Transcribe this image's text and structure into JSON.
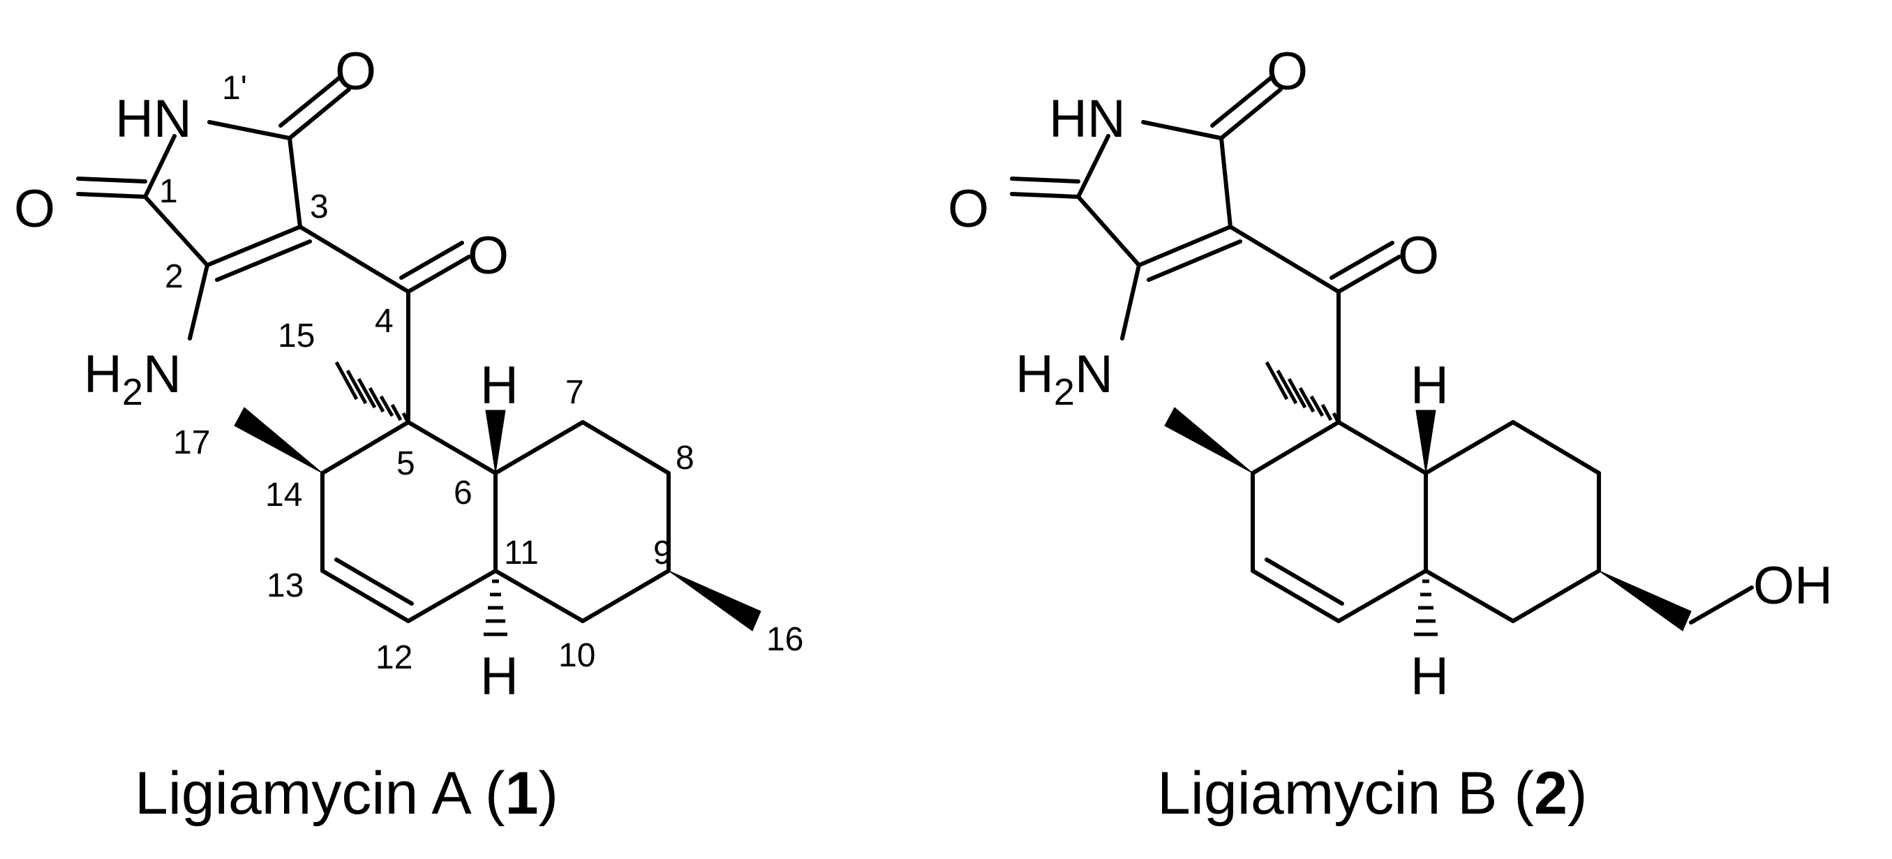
{
  "compound_a": {
    "caption": {
      "name": "Ligiamycin A (",
      "number": "1",
      "close": ")"
    },
    "atoms": {
      "hn": "HN",
      "o_top": "O",
      "o_left": "O",
      "o_ketone": "O",
      "h2n_h": "H",
      "h2n_sub": "2",
      "h2n_n": "N",
      "h_top": "H",
      "h_bottom": "H"
    },
    "locants": {
      "c1p": "1'",
      "c1": "1",
      "c2": "2",
      "c3": "3",
      "c4": "4",
      "c5": "5",
      "c6": "6",
      "c7": "7",
      "c8": "8",
      "c9": "9",
      "c10": "10",
      "c11": "11",
      "c12": "12",
      "c13": "13",
      "c14": "14",
      "c15": "15",
      "c16": "16",
      "c17": "17"
    }
  },
  "compound_b": {
    "caption": {
      "name": "Ligiamycin B (",
      "number": "2",
      "close": ")"
    },
    "atoms": {
      "hn": "HN",
      "o_top": "O",
      "o_left": "O",
      "o_ketone": "O",
      "h2n_h": "H",
      "h2n_sub": "2",
      "h2n_n": "N",
      "h_top": "H",
      "h_bottom": "H",
      "oh": "OH"
    }
  }
}
